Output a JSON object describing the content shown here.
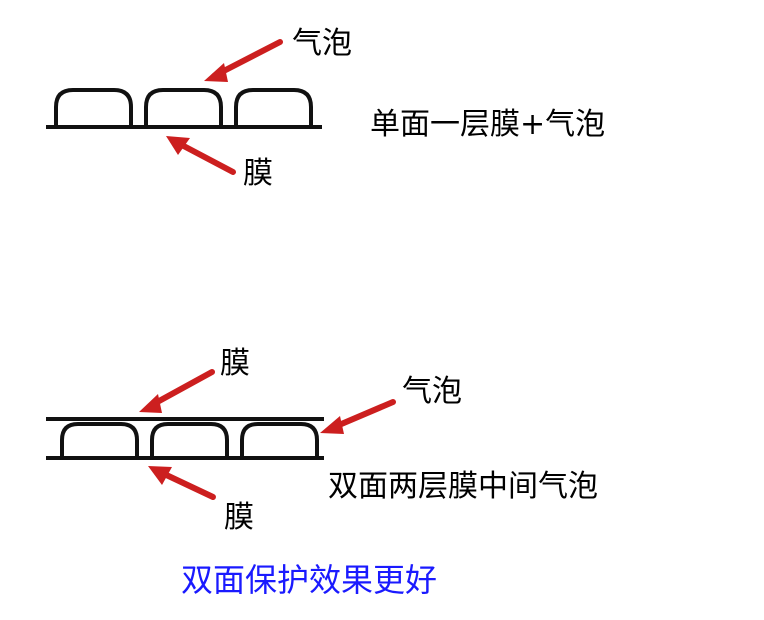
{
  "diagram_top": {
    "bubble_label": "气泡",
    "film_label": "膜",
    "caption": "单面一层膜+气泡"
  },
  "diagram_bottom": {
    "film_label_top": "膜",
    "bubble_label": "气泡",
    "film_label_bottom": "膜",
    "caption": "双面两层膜中间气泡"
  },
  "summary": "双面保护效果更好",
  "colors": {
    "arrow": "#cc1f1f",
    "line": "#111111",
    "summary_text": "#1a1aff"
  }
}
